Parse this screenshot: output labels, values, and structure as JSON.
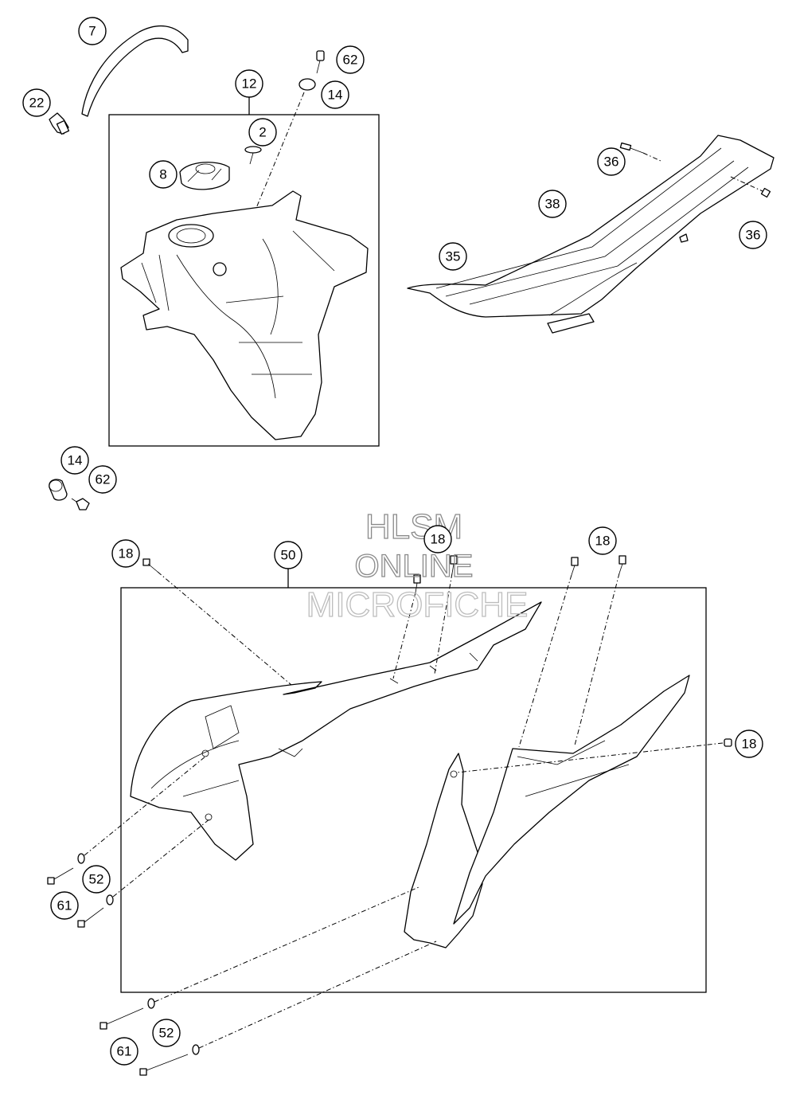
{
  "watermark": {
    "line1": "HLSM",
    "line2": "ONLINE",
    "line3": "MICROFICHE"
  },
  "callouts": [
    {
      "id": "c7",
      "label": "7"
    },
    {
      "id": "c22",
      "label": "22"
    },
    {
      "id": "c62a",
      "label": "62"
    },
    {
      "id": "c14a",
      "label": "14"
    },
    {
      "id": "c12",
      "label": "12"
    },
    {
      "id": "c2",
      "label": "2"
    },
    {
      "id": "c8",
      "label": "8"
    },
    {
      "id": "c36a",
      "label": "36"
    },
    {
      "id": "c38",
      "label": "38"
    },
    {
      "id": "c36b",
      "label": "36"
    },
    {
      "id": "c35",
      "label": "35"
    },
    {
      "id": "c14b",
      "label": "14"
    },
    {
      "id": "c62b",
      "label": "62"
    },
    {
      "id": "c18a",
      "label": "18"
    },
    {
      "id": "c50",
      "label": "50"
    },
    {
      "id": "c18b",
      "label": "18"
    },
    {
      "id": "c18c",
      "label": "18"
    },
    {
      "id": "c18d",
      "label": "18"
    },
    {
      "id": "c52a",
      "label": "52"
    },
    {
      "id": "c61a",
      "label": "61"
    },
    {
      "id": "c52b",
      "label": "52"
    },
    {
      "id": "c61b",
      "label": "61"
    }
  ],
  "icons": {
    "fuel_tank": "fuel-tank-icon",
    "seat": "seat-icon",
    "side_cover": "side-cover-icon"
  }
}
